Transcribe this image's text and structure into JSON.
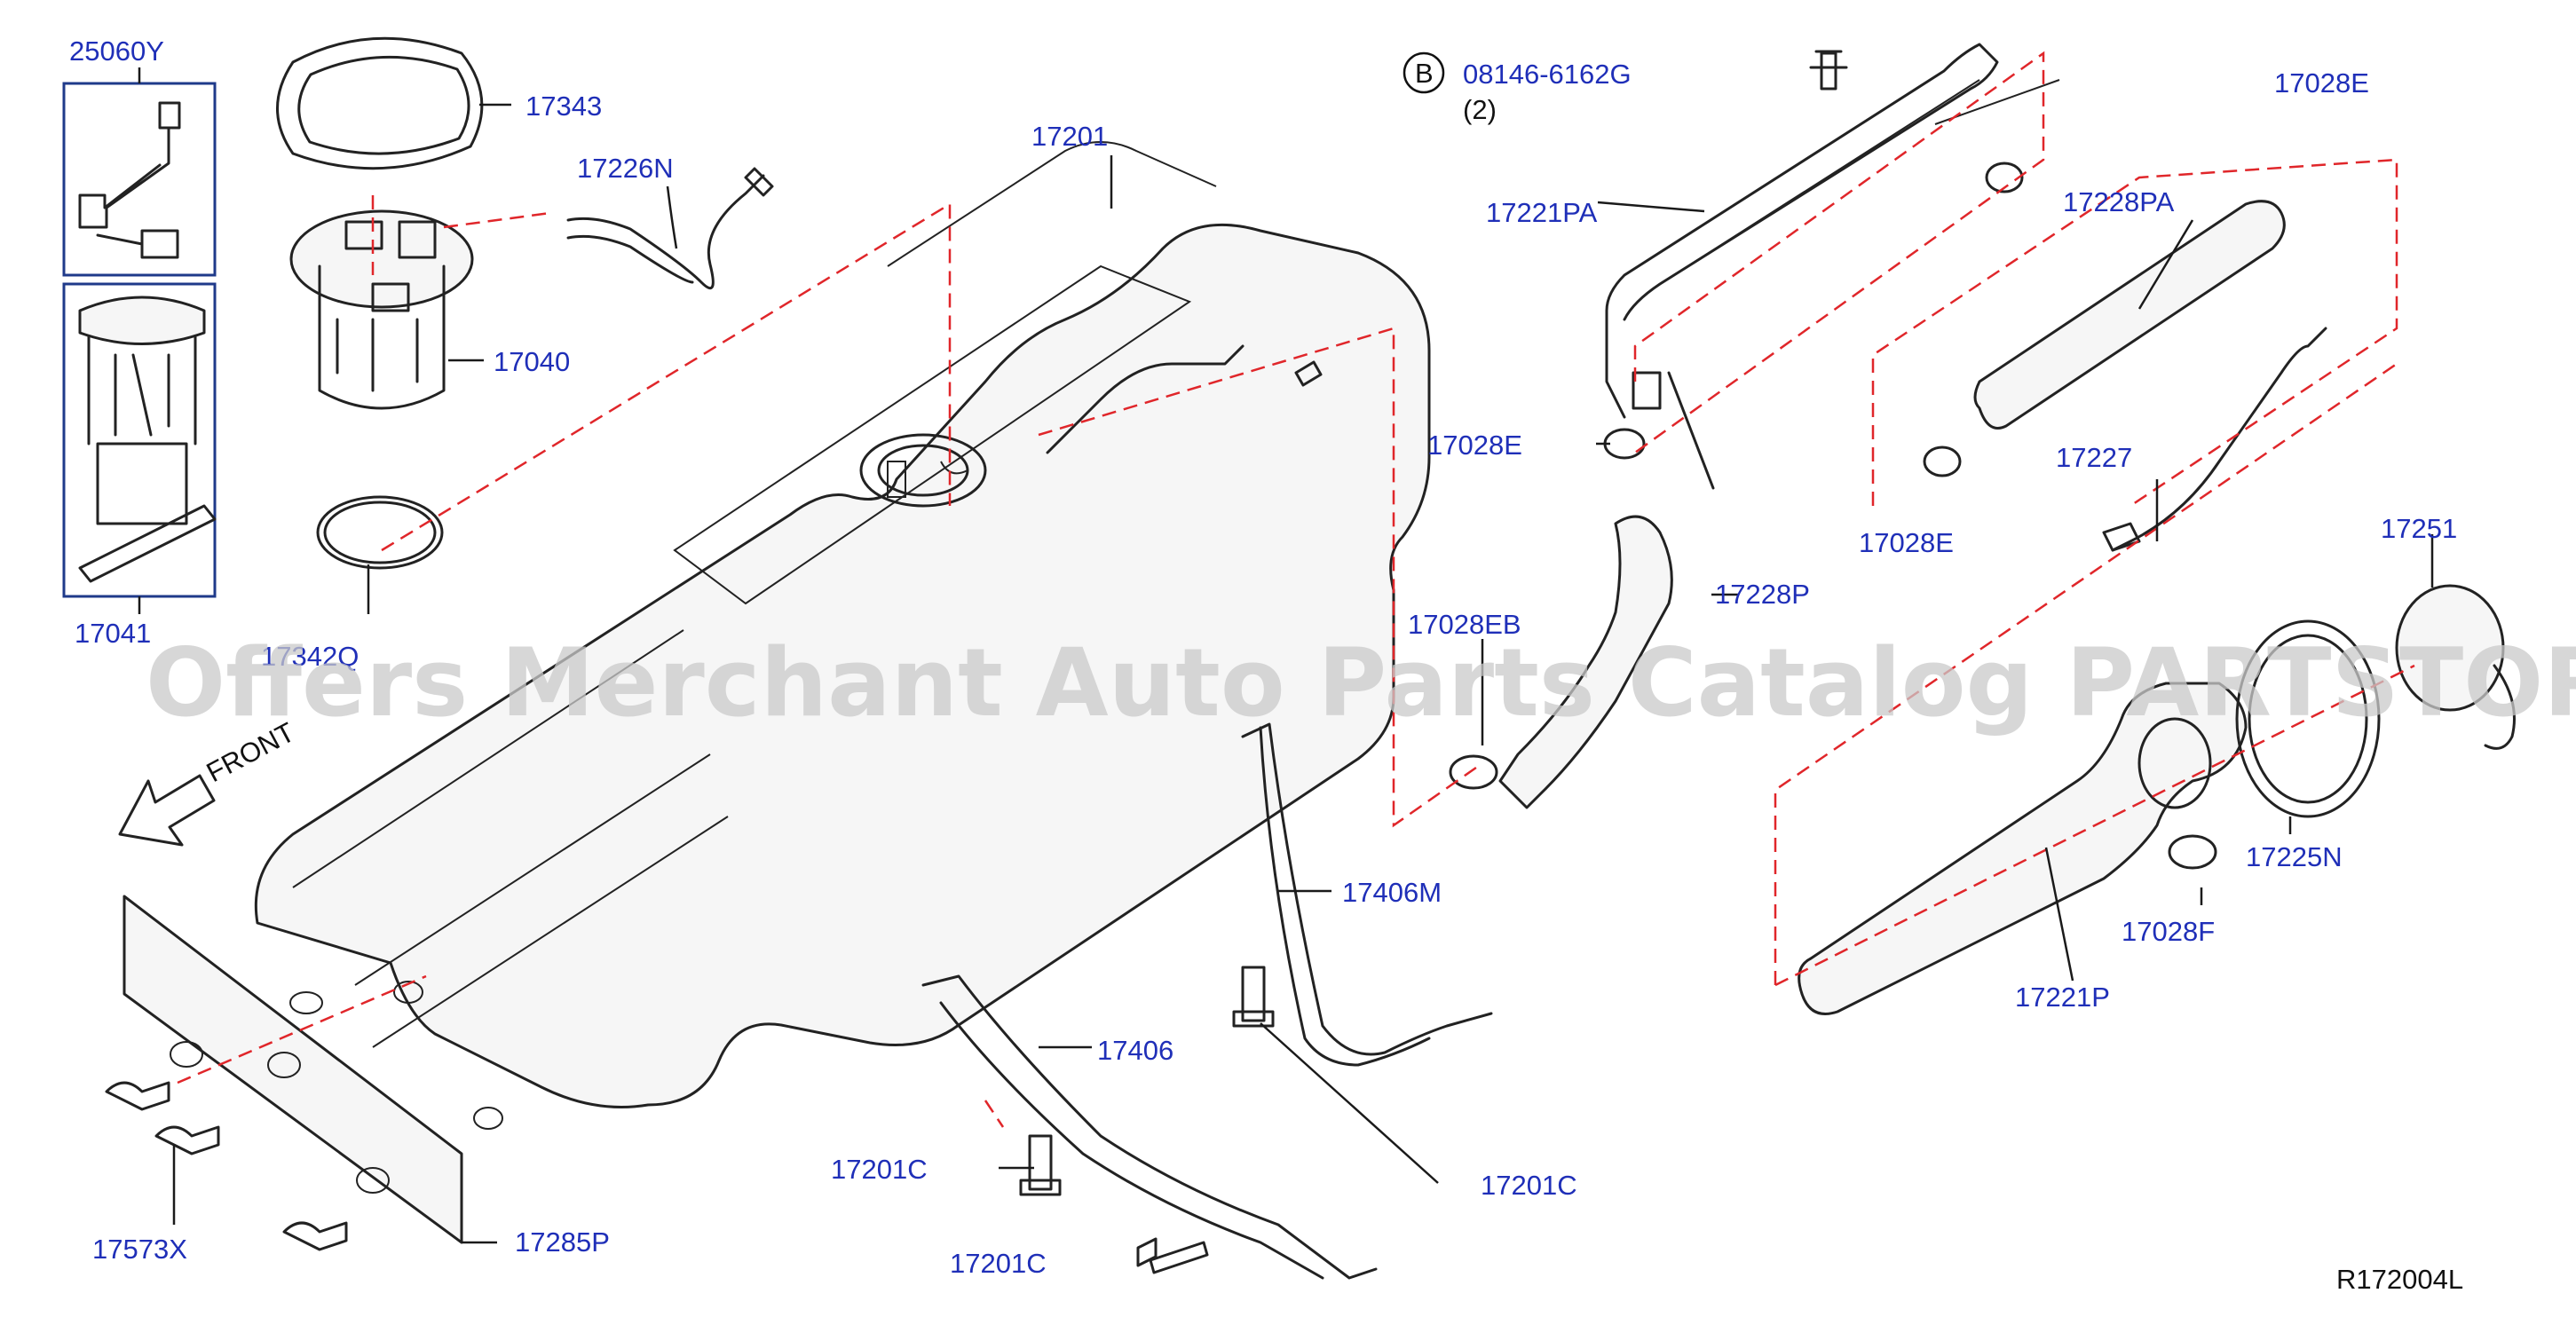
{
  "diagram": {
    "watermark": "Offers Merchant Auto Parts Catalog PARTSTORE.SA",
    "reference_code": "R172004L",
    "front_label": "FRONT",
    "bolt_note": {
      "letter": "B",
      "part": "08146-6162G",
      "qty": "(2)"
    },
    "labels": {
      "p25060Y": "25060Y",
      "p17343": "17343",
      "p17226N": "17226N",
      "p17040": "17040",
      "p17342Q": "17342Q",
      "p17041": "17041",
      "p17201": "17201",
      "p17221PA": "17221PA",
      "p17028E_a": "17028E",
      "p17028E_b": "17028E",
      "p17028E_c": "17028E",
      "p17228PA": "17228PA",
      "p17227": "17227",
      "p17228P": "17228P",
      "p17028EB": "17028EB",
      "p17251": "17251",
      "p17225N": "17225N",
      "p17028F": "17028F",
      "p17221P": "17221P",
      "p17406M": "17406M",
      "p17406": "17406",
      "p17201C_a": "17201C",
      "p17201C_b": "17201C",
      "p17201C_c": "17201C",
      "p17573X": "17573X",
      "p17285P": "17285P"
    }
  }
}
